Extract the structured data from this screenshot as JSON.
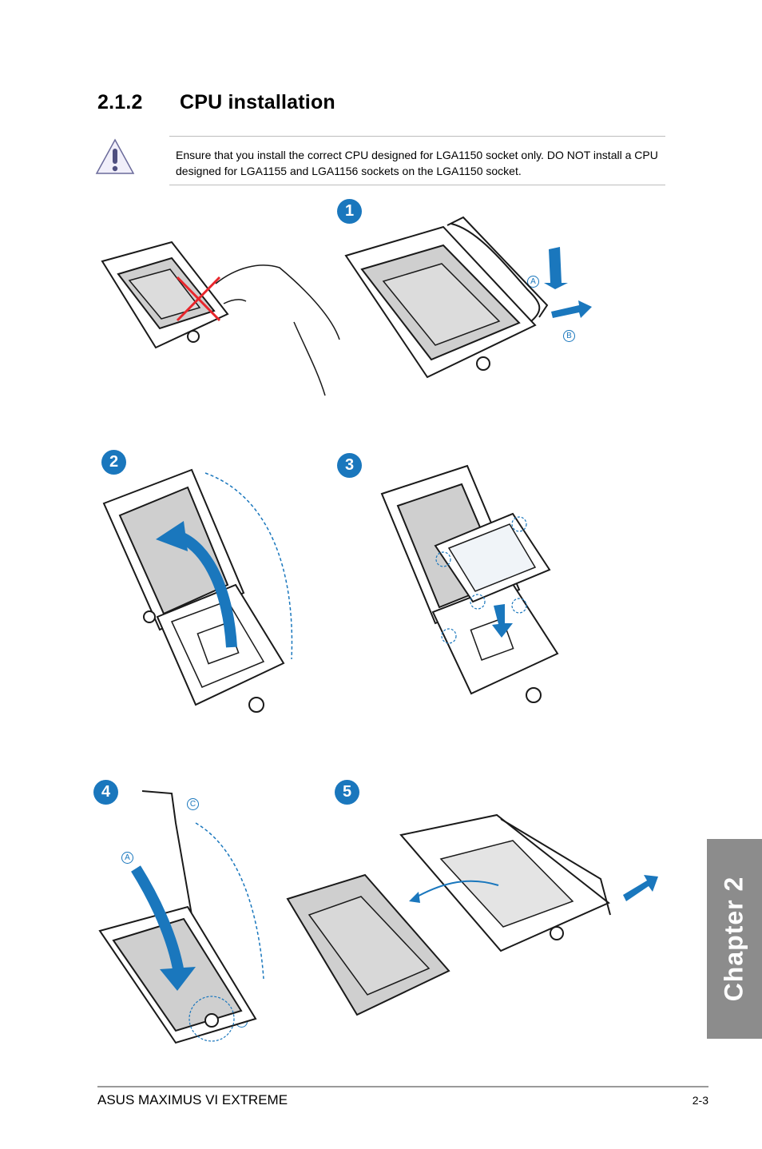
{
  "section": {
    "number": "2.1.2",
    "title": "CPU installation"
  },
  "note": {
    "icon": "warning-triangle-icon",
    "text": "Ensure that you install the correct CPU designed for LGA1150 socket only. DO NOT install a CPU designed for LGA1155 and LGA1156 sockets on the LGA1150 socket."
  },
  "steps": [
    "1",
    "2",
    "3",
    "4",
    "5"
  ],
  "callouts": {
    "step1_a": "A",
    "step1_b": "B",
    "step4_c": "C",
    "step4_a": "A",
    "step4_b": "B"
  },
  "chapter_tab": "Chapter 2",
  "footer": {
    "product": "ASUS MAXIMUS VI EXTREME",
    "page": "2-3"
  },
  "colors": {
    "accent": "#1a77bd",
    "tab": "#8c8c8c",
    "socket_fill": "#cfcfcf",
    "outline": "#1a1a1a"
  }
}
